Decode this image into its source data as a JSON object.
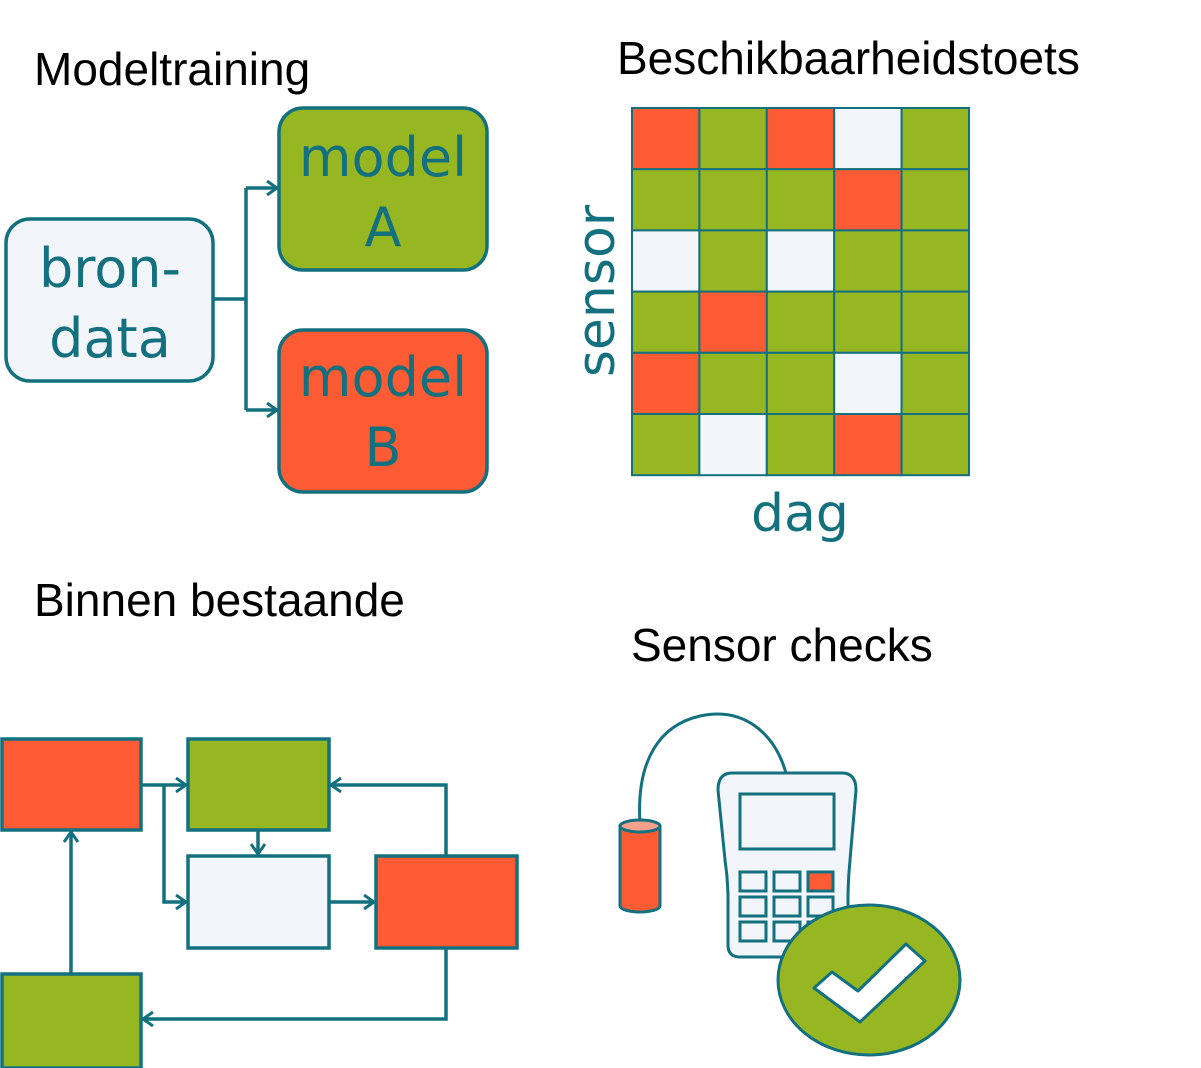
{
  "colors": {
    "teal": "#13707f",
    "green": "#97b722",
    "orange": "#fd5b33",
    "light": "#f2f6fa",
    "white": "#ffffff"
  },
  "panels": {
    "modeltraining": {
      "title": "Modeltraining",
      "source": {
        "line1": "bron-",
        "line2": "data"
      },
      "model_a": {
        "line1": "model",
        "line2": "A"
      },
      "model_b": {
        "line1": "model",
        "line2": "B"
      }
    },
    "availability": {
      "title": "Beschikbaarheidstoets",
      "y_label": "sensor",
      "x_label": "dag",
      "legend": {
        "ok": "green",
        "fail": "orange",
        "missing": "light"
      },
      "grid": [
        [
          "fail",
          "ok",
          "fail",
          "missing",
          "ok"
        ],
        [
          "ok",
          "ok",
          "ok",
          "fail",
          "ok"
        ],
        [
          "missing",
          "ok",
          "missing",
          "ok",
          "ok"
        ],
        [
          "ok",
          "fail",
          "ok",
          "ok",
          "ok"
        ],
        [
          "fail",
          "ok",
          "ok",
          "missing",
          "ok"
        ],
        [
          "ok",
          "missing",
          "ok",
          "fail",
          "ok"
        ]
      ]
    },
    "existing": {
      "title": "Binnen bestaande"
    },
    "sensor_checks": {
      "title": "Sensor checks"
    }
  }
}
